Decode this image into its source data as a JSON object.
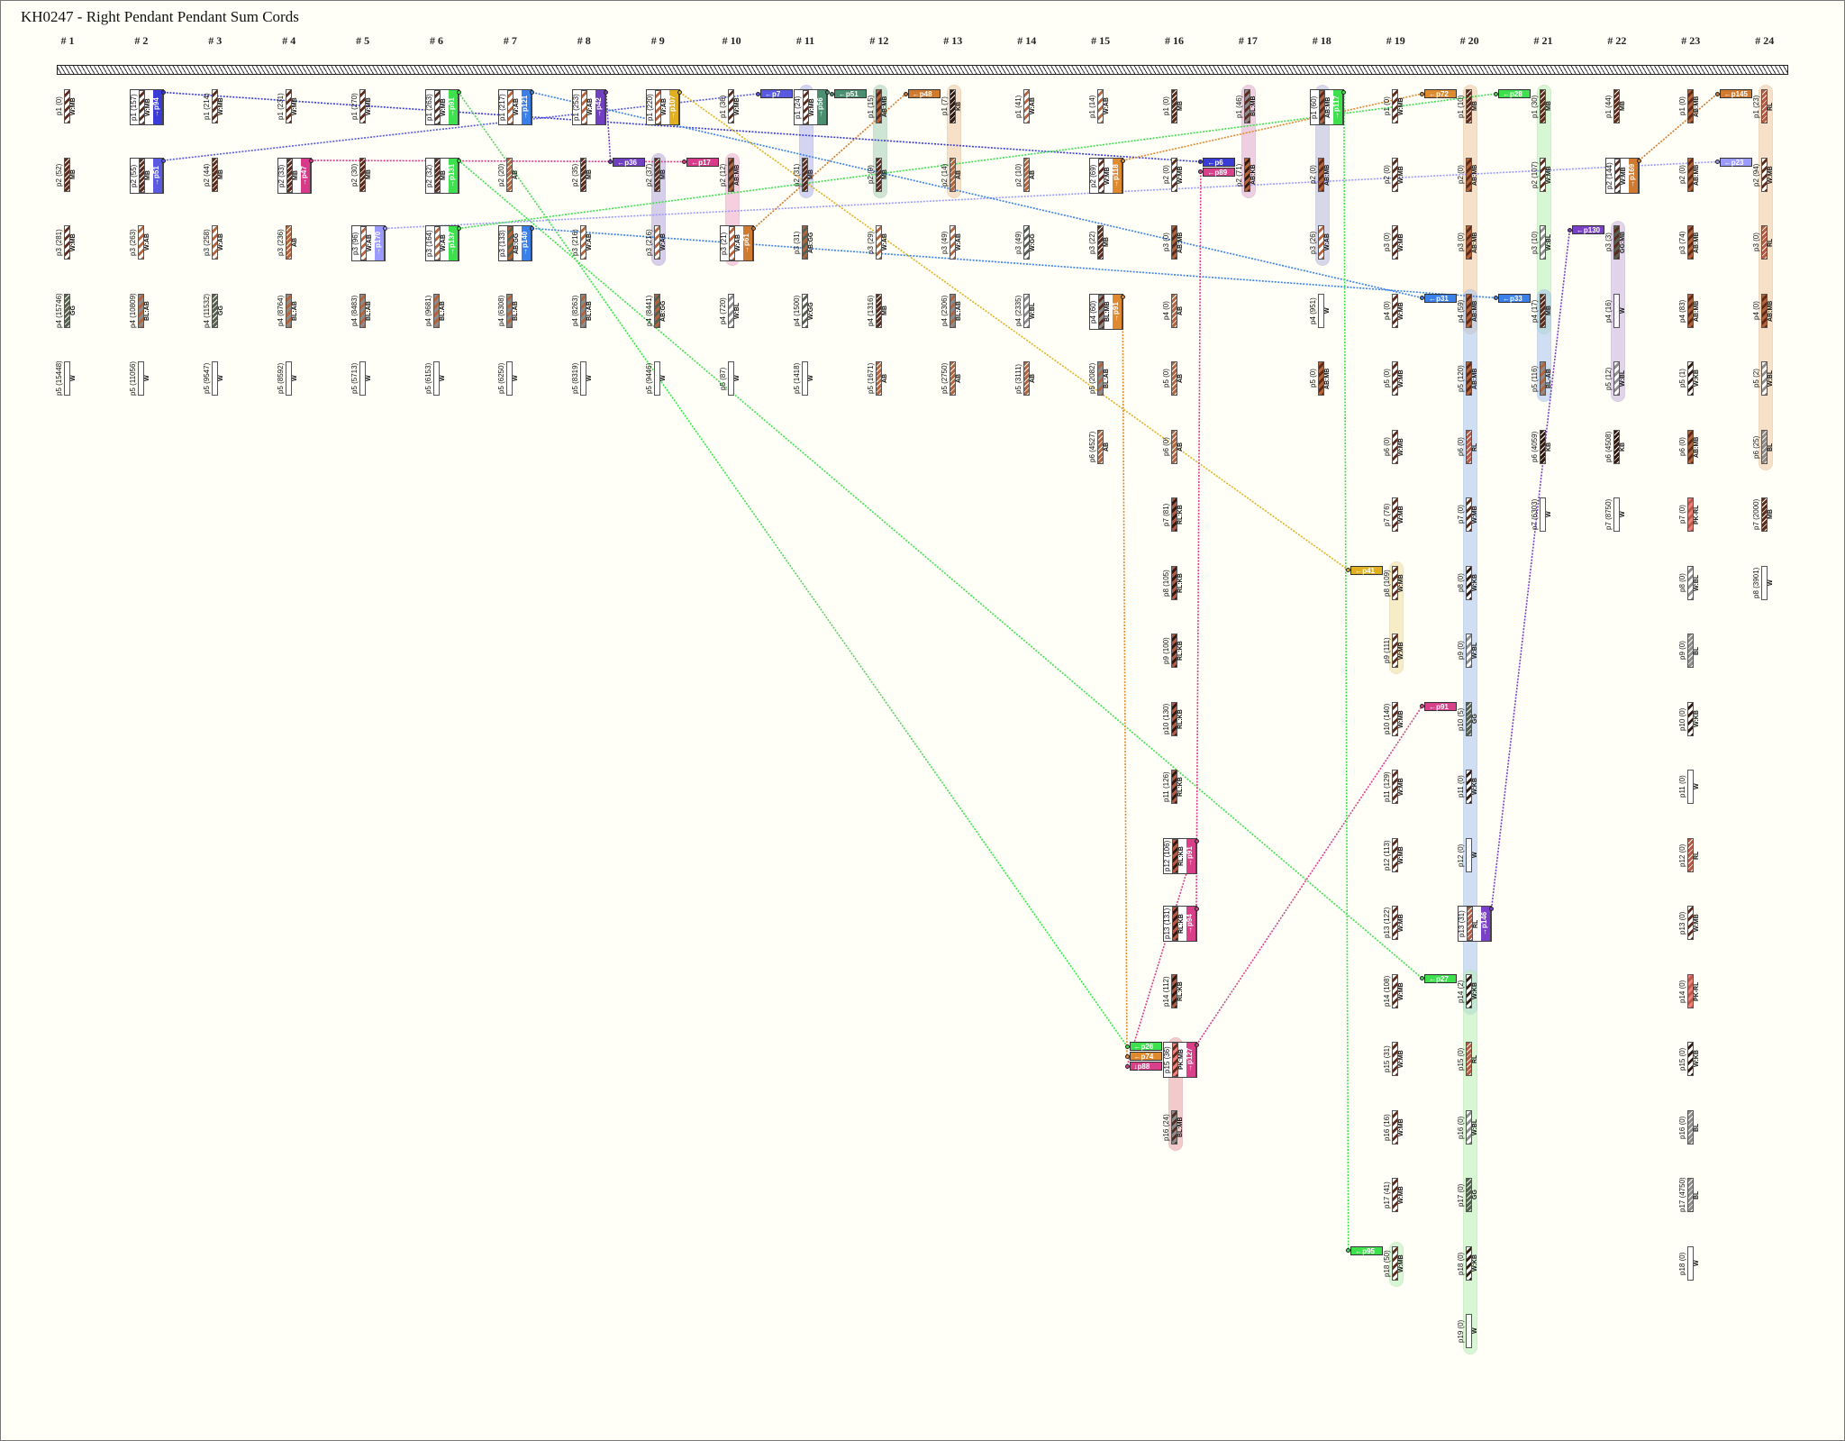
{
  "title": "KH0247 - Right Pendant Pendant Sum Cords",
  "color_codes": {
    "W": "#ffffff",
    "MB": "#5b2a1a",
    "AB": "#b4643a",
    "KB": "#2e1810",
    "GG": "#56604e",
    "BL": "#8c8c8c",
    "RL": "#b55a45",
    "PK": "#f08080"
  },
  "columns": [
    {
      "label": "# 1",
      "cords": [
        {
          "label": "p1 (0)",
          "color": "W:MB"
        },
        {
          "label": "p2 (52)",
          "color": "MB"
        },
        {
          "label": "p3 (281)",
          "color": "W:MB"
        },
        {
          "label": "p4 (15746)",
          "color": "GG"
        },
        {
          "label": "p5 (15448)",
          "color": "W"
        }
      ]
    },
    {
      "label": "# 2",
      "cords": [
        {
          "label": "p1 (157)",
          "color": "W:MB",
          "out": "→p94"
        },
        {
          "label": "p2 (55)",
          "color": "MB",
          "out": "→p51"
        },
        {
          "label": "p3 (263)",
          "color": "W:AB"
        },
        {
          "label": "p4 (10809)",
          "color": "BL:AB"
        },
        {
          "label": "p5 (11056)",
          "color": "W"
        }
      ]
    },
    {
      "label": "# 3",
      "cords": [
        {
          "label": "p1 (214)",
          "color": "W:MB"
        },
        {
          "label": "p2 (44)",
          "color": "MB"
        },
        {
          "label": "p3 (258)",
          "color": "W:AB"
        },
        {
          "label": "p4 (11532)",
          "color": "GG"
        },
        {
          "label": "p5 (9547)",
          "color": "W"
        }
      ]
    },
    {
      "label": "# 4",
      "cords": [
        {
          "label": "p1 (231)",
          "color": "W:MB"
        },
        {
          "label": "p2 (33)",
          "color": "MB",
          "out": "→p47"
        },
        {
          "label": "p3 (236)",
          "color": "AB"
        },
        {
          "label": "p4 (8764)",
          "color": "BL:AB"
        },
        {
          "label": "p5 (8592)",
          "color": "W"
        }
      ]
    },
    {
      "label": "# 5",
      "cords": [
        {
          "label": "p1 (270)",
          "color": "W:MB"
        },
        {
          "label": "p2 (30)",
          "color": "MB"
        },
        {
          "label": "p3 (96)",
          "color": "W:AB",
          "out": "→p170"
        },
        {
          "label": "p4 (8483)",
          "color": "BL:AB"
        },
        {
          "label": "p5 (5713)",
          "color": "W"
        }
      ]
    },
    {
      "label": "# 6",
      "cords": [
        {
          "label": "p1 (263)",
          "color": "W:MB",
          "out": "→p91"
        },
        {
          "label": "p2 (32)",
          "color": "MB",
          "out": "→p131"
        },
        {
          "label": "p3 (164)",
          "color": "W:AB",
          "out": "→p137"
        },
        {
          "label": "p4 (9681)",
          "color": "BL:AB"
        },
        {
          "label": "p5 (6153)",
          "color": "W"
        }
      ]
    },
    {
      "label": "# 7",
      "cords": [
        {
          "label": "p1 (217)",
          "color": "W:AB",
          "out": "→p121"
        },
        {
          "label": "p2 (20)",
          "color": "AB"
        },
        {
          "label": "p3 (133)",
          "color": "AB:GG",
          "out": "→p140"
        },
        {
          "label": "p4 (6308)",
          "color": "BL:AB"
        },
        {
          "label": "p5 (6250)",
          "color": "W"
        }
      ]
    },
    {
      "label": "# 8",
      "cords": [
        {
          "label": "p1 (253)",
          "color": "W:AB",
          "out": "→p42"
        },
        {
          "label": "p2 (35)",
          "color": "MB"
        },
        {
          "label": "p3 (216)",
          "color": "W:AB"
        },
        {
          "label": "p4 (8263)",
          "color": "BL:AB"
        },
        {
          "label": "p5 (8319)",
          "color": "W"
        }
      ]
    },
    {
      "label": "# 9",
      "cords": [
        {
          "label": "p1 (220)",
          "color": "W:AB",
          "out": "→p107"
        },
        {
          "label": "p2 (37)",
          "color": "MB",
          "tags": [
            "←p36"
          ]
        },
        {
          "label": "p3 (216)",
          "color": "W:AB"
        },
        {
          "label": "p4 (8441)",
          "color": "AB:GG"
        },
        {
          "label": "p5 (9446)",
          "color": "W"
        }
      ]
    },
    {
      "label": "# 10",
      "cords": [
        {
          "label": "p1 (36)",
          "color": "W:MB"
        },
        {
          "label": "p2 (12)",
          "color": "AB:MB",
          "tags": [
            "←p17"
          ]
        },
        {
          "label": "p3 (21)",
          "color": "W:AB",
          "out": "→p61"
        },
        {
          "label": "p4 (720)",
          "color": "W:BL"
        },
        {
          "label": "p5 (87)",
          "color": "W"
        }
      ]
    },
    {
      "label": "# 11",
      "cords": [
        {
          "label": "p1 (24)",
          "color": "W:MB",
          "out": "→p56",
          "tags": [
            "←p7"
          ]
        },
        {
          "label": "p2 (31)",
          "color": "MB"
        },
        {
          "label": "p3 (31)",
          "color": "AB:GG"
        },
        {
          "label": "p4 (1500)",
          "color": "W:GG"
        },
        {
          "label": "p5 (1418)",
          "color": "W"
        }
      ]
    },
    {
      "label": "# 12",
      "cords": [
        {
          "label": "p1 (15)",
          "color": "AB:MB",
          "tags": [
            "←p51"
          ]
        },
        {
          "label": "p2 (9)",
          "color": "MB"
        },
        {
          "label": "p3 (29)",
          "color": "W:AB"
        },
        {
          "label": "p4 (1316)",
          "color": "MB"
        },
        {
          "label": "p5 (1671)",
          "color": "AB"
        }
      ]
    },
    {
      "label": "# 13",
      "cords": [
        {
          "label": "p1 (7)",
          "color": "KB",
          "tags": [
            "←p48"
          ]
        },
        {
          "label": "p2 (14)",
          "color": "AB"
        },
        {
          "label": "p3 (49)",
          "color": "W:AB"
        },
        {
          "label": "p4 (2306)",
          "color": "BL:AB"
        },
        {
          "label": "p5 (2750)",
          "color": "AB"
        }
      ]
    },
    {
      "label": "# 14",
      "cords": [
        {
          "label": "p1 (41)",
          "color": "W:AB"
        },
        {
          "label": "p2 (10)",
          "color": "AB"
        },
        {
          "label": "p3 (49)",
          "color": "W:GG"
        },
        {
          "label": "p4 (2335)",
          "color": "W:BL"
        },
        {
          "label": "p5 (3111)",
          "color": "AB"
        }
      ]
    },
    {
      "label": "# 15",
      "cords": [
        {
          "label": "p1 (14)",
          "color": "W:AB"
        },
        {
          "label": "p2 (69)",
          "color": "W:MB",
          "out": "→p118"
        },
        {
          "label": "p3 (22)",
          "color": "MB"
        },
        {
          "label": "p4 (60)",
          "color": "BL:MB",
          "out": "→p91"
        },
        {
          "label": "p5 (2082)",
          "color": "BL:AB"
        },
        {
          "label": "p6 (4527)",
          "color": "AB"
        }
      ]
    },
    {
      "label": "# 16",
      "cords": [
        {
          "label": "p1 (0)",
          "color": "MB"
        },
        {
          "label": "p2 (0)",
          "color": "W:MB"
        },
        {
          "label": "p3 (0)",
          "color": "AB:MB"
        },
        {
          "label": "p4 (0)",
          "color": "AB"
        },
        {
          "label": "p5 (0)",
          "color": "AB"
        },
        {
          "label": "p6 (0)",
          "color": "AB"
        },
        {
          "label": "p7 (81)",
          "color": "RL:KB"
        },
        {
          "label": "p8 (105)",
          "color": "RL:KB"
        },
        {
          "label": "p9 (100)",
          "color": "RL:KB"
        },
        {
          "label": "p10 (130)",
          "color": "RL:KB"
        },
        {
          "label": "p11 (126)",
          "color": "RL:KB"
        },
        {
          "label": "p12 (106)",
          "color": "RL:KB",
          "out": "→p91"
        },
        {
          "label": "p13 (131)",
          "color": "RL:KB",
          "out": "→p94"
        },
        {
          "label": "p14 (112)",
          "color": "RL:KB"
        },
        {
          "label": "p15 (36)",
          "color": "PK:MB",
          "out": "→p127",
          "tags": [
            "←p26",
            "←p74",
            "↓p88"
          ]
        },
        {
          "label": "p16 (24)",
          "color": "BL:MB"
        }
      ]
    },
    {
      "label": "# 17",
      "cords": [
        {
          "label": "p1 (46)",
          "color": "BL:MB"
        },
        {
          "label": "p2 (71)",
          "color": "AB:KB",
          "tags": [
            "←p6",
            "←p89"
          ]
        }
      ]
    },
    {
      "label": "# 18",
      "cords": [
        {
          "label": "p1 (60)",
          "color": "AB:MB",
          "out": "→p117"
        },
        {
          "label": "p2 (0)",
          "color": "AB:MB"
        },
        {
          "label": "p3 (26)",
          "color": "W:AB"
        },
        {
          "label": "p4 (951)",
          "color": "W"
        },
        {
          "label": "p5 (0)",
          "color": "AB:MB"
        }
      ]
    },
    {
      "label": "# 19",
      "cords": [
        {
          "label": "p1 (0)",
          "color": "W:MB"
        },
        {
          "label": "p2 (0)",
          "color": "W:MB"
        },
        {
          "label": "p3 (0)",
          "color": "W:MB"
        },
        {
          "label": "p4 (0)",
          "color": "W:MB"
        },
        {
          "label": "p5 (0)",
          "color": "W:MB"
        },
        {
          "label": "p6 (0)",
          "color": "W:MB"
        },
        {
          "label": "p7 (76)",
          "color": "W:MB"
        },
        {
          "label": "p8 (109)",
          "color": "W:MB",
          "tags": [
            "←p41"
          ]
        },
        {
          "label": "p9 (111)",
          "color": "W:MB"
        },
        {
          "label": "p10 (140)",
          "color": "W:MB"
        },
        {
          "label": "p11 (129)",
          "color": "W:MB"
        },
        {
          "label": "p12 (113)",
          "color": "W:MB"
        },
        {
          "label": "p13 (122)",
          "color": "W:MB"
        },
        {
          "label": "p14 (108)",
          "color": "W:MB"
        },
        {
          "label": "p15 (31)",
          "color": "W:MB"
        },
        {
          "label": "p16 (16)",
          "color": "W:MB"
        },
        {
          "label": "p17 (41)",
          "color": "W:MB"
        },
        {
          "label": "p18 (50)",
          "color": "W:MB",
          "tags": [
            "←p95"
          ]
        }
      ]
    },
    {
      "label": "# 20",
      "cords": [
        {
          "label": "p1 (10)",
          "color": "MB",
          "tags": [
            "←p72"
          ]
        },
        {
          "label": "p2 (0)",
          "color": "AB:MB"
        },
        {
          "label": "p3 (0)",
          "color": "AB:MB"
        },
        {
          "label": "p4 (59)",
          "color": "AB:MB",
          "tags": [
            "←p31"
          ]
        },
        {
          "label": "p5 (120)",
          "color": "AB:MB"
        },
        {
          "label": "p6 (0)",
          "color": "RL"
        },
        {
          "label": "p7 (0)",
          "color": "W:MB"
        },
        {
          "label": "p8 (0)",
          "color": "W:KB"
        },
        {
          "label": "p9 (0)",
          "color": "W:BL"
        },
        {
          "label": "p10 (5)",
          "color": "GG",
          "tags": [
            "←p91"
          ]
        },
        {
          "label": "p11 (0)",
          "color": "W:KB"
        },
        {
          "label": "p12 (0)",
          "color": "W"
        },
        {
          "label": "p13 (31)",
          "color": "RL",
          "out": "→p146"
        },
        {
          "label": "p14 (2)",
          "color": "W:KB",
          "tags": [
            "←p27"
          ]
        },
        {
          "label": "p15 (0)",
          "color": "RL"
        },
        {
          "label": "p16 (0)",
          "color": "W:BL"
        },
        {
          "label": "p17 (0)",
          "color": "GG"
        },
        {
          "label": "p18 (0)",
          "color": "W:KB"
        },
        {
          "label": "p19 (0)",
          "color": "W"
        }
      ]
    },
    {
      "label": "# 21",
      "cords": [
        {
          "label": "p1 (30)",
          "color": "MB",
          "tags": [
            "←p28"
          ]
        },
        {
          "label": "p2 (107)",
          "color": "W:MB"
        },
        {
          "label": "p3 (10)",
          "color": "W:BL"
        },
        {
          "label": "p4 (17)",
          "color": "MB",
          "tags": [
            "←p33"
          ]
        },
        {
          "label": "p5 (116)",
          "color": "BL-AB"
        },
        {
          "label": "p6 (4059)",
          "color": "KB"
        },
        {
          "label": "p7 (6303)",
          "color": "W"
        }
      ]
    },
    {
      "label": "# 22",
      "cords": [
        {
          "label": "p1 (44)",
          "color": "MB"
        },
        {
          "label": "p2 (144)",
          "color": "W:MB",
          "out": "→p169"
        },
        {
          "label": "p3 (3)",
          "color": "GG:MB",
          "tags": [
            "←p130"
          ]
        },
        {
          "label": "p4 (16)",
          "color": "W"
        },
        {
          "label": "p5 (12)",
          "color": "W:BL"
        },
        {
          "label": "p6 (4508)",
          "color": "KB"
        },
        {
          "label": "p7 (8750)",
          "color": "W"
        }
      ]
    },
    {
      "label": "# 23",
      "cords": [
        {
          "label": "p1 (0)",
          "color": "AB:MB"
        },
        {
          "label": "p2 (0)",
          "color": "AB:MB"
        },
        {
          "label": "p3 (74)",
          "color": "AB:MB"
        },
        {
          "label": "p4 (83)",
          "color": "AB:MB"
        },
        {
          "label": "p5 (1)",
          "color": "W:KB"
        },
        {
          "label": "p6 (0)",
          "color": "AB:MB"
        },
        {
          "label": "p7 (0)",
          "color": "PK-RL"
        },
        {
          "label": "p8 (0)",
          "color": "W:BL"
        },
        {
          "label": "p9 (0)",
          "color": "BL"
        },
        {
          "label": "p10 (0)",
          "color": "W:KB"
        },
        {
          "label": "p11 (0)",
          "color": "W"
        },
        {
          "label": "p12 (0)",
          "color": "RL"
        },
        {
          "label": "p13 (0)",
          "color": "W:MB"
        },
        {
          "label": "p14 (0)",
          "color": "PK-RL"
        },
        {
          "label": "p15 (0)",
          "color": "W:KB"
        },
        {
          "label": "p16 (0)",
          "color": "BL"
        },
        {
          "label": "p17 (4750)",
          "color": "BL"
        },
        {
          "label": "p18 (0)",
          "color": "W"
        }
      ]
    },
    {
      "label": "# 24",
      "cords": [
        {
          "label": "p1 (23)",
          "color": "RL",
          "tags": [
            "←p145"
          ]
        },
        {
          "label": "p2 (94)",
          "color": "W:MB",
          "tags": [
            "←p23"
          ]
        },
        {
          "label": "p3 (0)",
          "color": "RL"
        },
        {
          "label": "p4 (0)",
          "color": "AB:MB"
        },
        {
          "label": "p5 (2)",
          "color": "W:BL"
        },
        {
          "label": "p6 (25)",
          "color": "BL"
        },
        {
          "label": "p7 (2000)",
          "color": "MB"
        },
        {
          "label": "p8 (3901)",
          "color": "W"
        }
      ]
    }
  ],
  "links": [
    {
      "from": 6,
      "to": 94,
      "color": "#3b3bd6"
    },
    {
      "from": 7,
      "to": 51,
      "color": "#5a5ae0"
    },
    {
      "from": 17,
      "to": 47,
      "color": "#d83a8a"
    },
    {
      "from": 23,
      "to": 170,
      "color": "#9a9aff"
    },
    {
      "from": 26,
      "to": 91,
      "color": "#3ee04e"
    },
    {
      "from": 27,
      "to": 131,
      "color": "#3ee04e"
    },
    {
      "from": 28,
      "to": 137,
      "color": "#3ee04e"
    },
    {
      "from": 31,
      "to": 121,
      "color": "#3a80e8"
    },
    {
      "from": 33,
      "to": 140,
      "color": "#3a80e8"
    },
    {
      "from": 36,
      "to": 42,
      "color": "#7040c0"
    },
    {
      "from": 41,
      "to": 107,
      "color": "#e0b020"
    },
    {
      "from": 48,
      "to": 61,
      "color": "#d07a30"
    },
    {
      "from": 51,
      "to": 56,
      "color": "#4a9070"
    },
    {
      "from": 72,
      "to": 118,
      "color": "#e08a30"
    },
    {
      "from": 74,
      "to": 91,
      "color": "#e08a30"
    },
    {
      "from": 88,
      "to": 91,
      "color": "#d8408a"
    },
    {
      "from": 89,
      "to": 94,
      "color": "#d8408a"
    },
    {
      "from": 91,
      "to": 127,
      "color": "#d8408a"
    },
    {
      "from": 95,
      "to": 117,
      "color": "#3ee04e"
    },
    {
      "from": 130,
      "to": 146,
      "color": "#7a40c8"
    },
    {
      "from": 145,
      "to": 169,
      "color": "#d07a30"
    }
  ],
  "groups": [
    {
      "col": 9,
      "from": 2,
      "to": 3,
      "color": "#b8a8e0"
    },
    {
      "col": 10,
      "from": 2,
      "to": 3,
      "color": "#f0a8cc"
    },
    {
      "col": 11,
      "from": 1,
      "to": 2,
      "color": "#b0b0ee"
    },
    {
      "col": 12,
      "from": 1,
      "to": 2,
      "color": "#a8d0b8"
    },
    {
      "col": 13,
      "from": 1,
      "to": 2,
      "color": "#f0c8a0"
    },
    {
      "col": 16,
      "from": 15,
      "to": 16,
      "color": "#e8a0a8"
    },
    {
      "col": 17,
      "from": 1,
      "to": 2,
      "color": "#e0a8d0"
    },
    {
      "col": 18,
      "from": 1,
      "to": 3,
      "color": "#b8b8e0"
    },
    {
      "col": 19,
      "from": 8,
      "to": 9,
      "color": "#f0e0a0"
    },
    {
      "col": 19,
      "from": 18,
      "to": 18,
      "color": "#b8f0b8"
    },
    {
      "col": 20,
      "from": 1,
      "to": 4,
      "color": "#f0c8a0"
    },
    {
      "col": 20,
      "from": 4,
      "to": 14,
      "color": "#a8c4f0"
    },
    {
      "col": 20,
      "from": 14,
      "to": 19,
      "color": "#b8f0b8"
    },
    {
      "col": 21,
      "from": 1,
      "to": 4,
      "color": "#b8f0b8"
    },
    {
      "col": 21,
      "from": 4,
      "to": 5,
      "color": "#a8c4f0"
    },
    {
      "col": 22,
      "from": 3,
      "to": 5,
      "color": "#c8b0e0"
    },
    {
      "col": 24,
      "from": 1,
      "to": 6,
      "color": "#f0c8a0"
    }
  ]
}
